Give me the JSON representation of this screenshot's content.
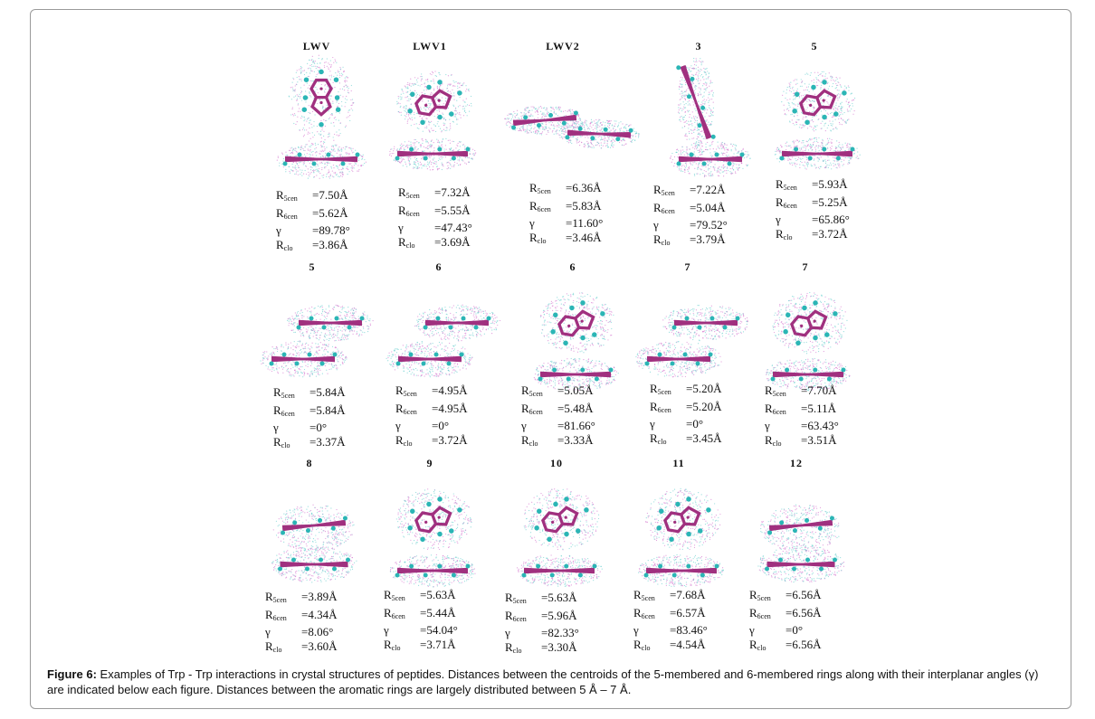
{
  "panels": [
    {
      "title": "LWV",
      "r5": "7.50Å",
      "r6": "5.62Å",
      "gamma": "89.78°",
      "rclo": "3.86Å"
    },
    {
      "title": "LWV1",
      "r5": "7.32Å",
      "r6": "5.55Å",
      "gamma": "47.43°",
      "rclo": "3.69Å"
    },
    {
      "title": "LWV2",
      "r5": "6.36Å",
      "r6": "5.83Å",
      "gamma": "11.60°",
      "rclo": "3.46Å"
    },
    {
      "title": "3",
      "r5": "7.22Å",
      "r6": "5.04Å",
      "gamma": "79.52°",
      "rclo": "3.79Å"
    },
    {
      "title": "5",
      "r5": "5.93Å",
      "r6": "5.25Å",
      "gamma": "65.86°",
      "rclo": "3.72Å"
    },
    {
      "title": "5",
      "r5": "5.84Å",
      "r6": "5.84Å",
      "gamma": "0°",
      "rclo": "3.37Å"
    },
    {
      "title": "6",
      "r5": "4.95Å",
      "r6": "4.95Å",
      "gamma": "0°",
      "rclo": "3.72Å"
    },
    {
      "title": "6",
      "r5": "5.05Å",
      "r6": "5.48Å",
      "gamma": "81.66°",
      "rclo": "3.33Å"
    },
    {
      "title": "7",
      "r5": "5.20Å",
      "r6": "5.20Å",
      "gamma": "0°",
      "rclo": "3.45Å"
    },
    {
      "title": "7",
      "r5": "7.70Å",
      "r6": "5.11Å",
      "gamma": "63.43°",
      "rclo": "3.51Å"
    },
    {
      "title": "8",
      "r5": "3.89Å",
      "r6": "4.34Å",
      "gamma": "8.06°",
      "rclo": "3.60Å"
    },
    {
      "title": "9",
      "r5": "5.63Å",
      "r6": "5.44Å",
      "gamma": "54.04°",
      "rclo": "3.71Å"
    },
    {
      "title": "10",
      "r5": "5.63Å",
      "r6": "5.96Å",
      "gamma": "82.33°",
      "rclo": "3.30Å"
    },
    {
      "title": "11",
      "r5": "7.68Å",
      "r6": "6.57Å",
      "gamma": "83.46°",
      "rclo": "4.54Å"
    },
    {
      "title": "12",
      "r5": "6.56Å",
      "r6": "6.56Å",
      "gamma": "0°",
      "rclo": "6.56Å"
    }
  ],
  "labels": {
    "r": "R",
    "r5_sub": "5cen",
    "r6_sub": "6cen",
    "gamma": "γ",
    "rclo_sub": "clo",
    "eq": "= "
  },
  "caption": {
    "label": "Figure 6:",
    "text": " Examples of Trp - Trp interactions in crystal structures of peptides. Distances between the centroids of the 5-membered and 6-membered rings along with their interplanar angles (γ) are indicated below each figure. Distances between the aromatic rings are largely distributed between 5 Å – 7 Å."
  },
  "colors": {
    "bond": "#a0307f",
    "atom": "#2bb5b5",
    "cloud_a": "#6fd0d0",
    "cloud_b": "#d57ad0"
  }
}
